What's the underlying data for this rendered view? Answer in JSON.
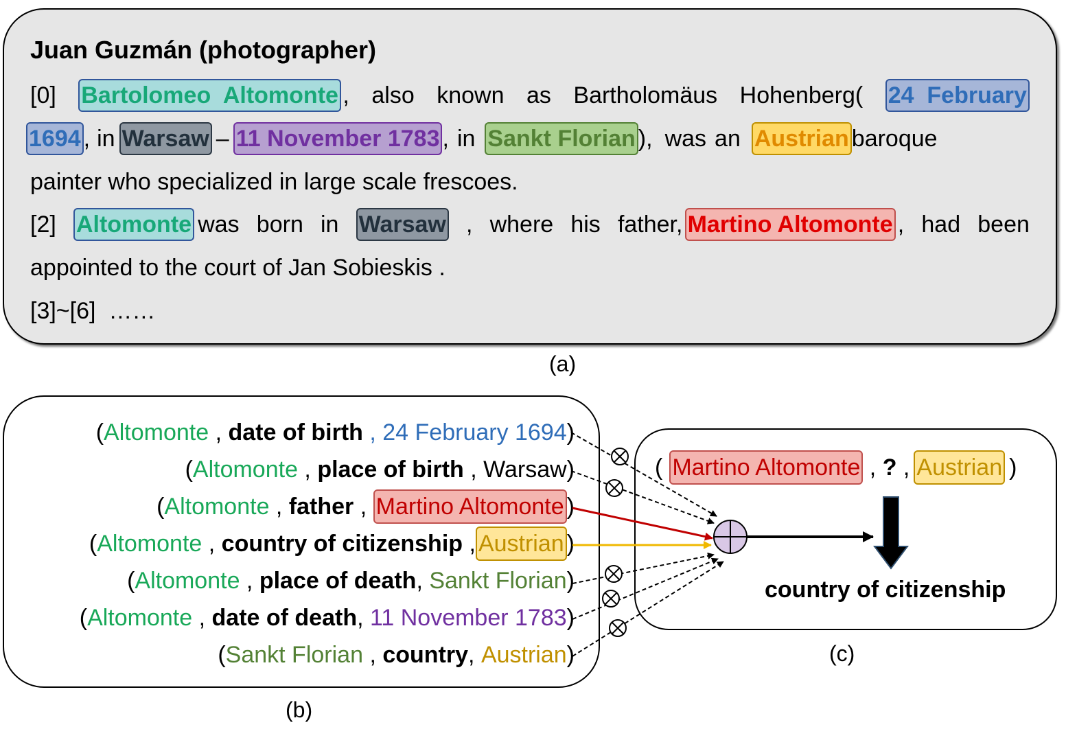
{
  "panel_a": {
    "title": "Juan Guzmán (photographer)",
    "line1": {
      "idx": "[0]",
      "e_bartolomeo": "Bartolomeo  Altomonte",
      "w1": ",",
      "w2": "also",
      "w3": "known",
      "w4": "as",
      "w5": "Bartholomäus",
      "w6": "Hohenberg(",
      "e_24feb": "24  February"
    },
    "line2": {
      "e_1694": "1694",
      "w1": ",",
      "w2": "in",
      "e_warsaw": "Warsaw",
      "w3": "–",
      "e_11nov": "11 November 1783",
      "w4": ",",
      "w5": "in",
      "e_sankt": "Sankt Florian",
      "w6": "),",
      "w7": "was",
      "w8": "an",
      "e_austrian": "Austrian",
      "w9": "baroque"
    },
    "line3": "painter who specialized in large scale frescoes.",
    "line4": {
      "idx": "[2]",
      "e_altomonte": "Altomonte",
      "w1": "was",
      "w2": "born",
      "w3": "in",
      "e_warsaw": "Warsaw",
      "w4": ",",
      "w5": "where",
      "w6": "his",
      "w7": "father,",
      "e_martino": "Martino Altomonte",
      "w8": ",",
      "w9": "had",
      "w10": "been"
    },
    "line5": "appointed to the court of Jan Sobieskis .",
    "line6": "[3]~[6]  ……"
  },
  "captions": {
    "a": "(a)",
    "b": "(b)",
    "c": "(c)"
  },
  "panel_b": {
    "triples": [
      {
        "open": "(",
        "head": "Altomonte",
        "sep1": " , ",
        "rel": "date of birth",
        "sep2": " , ",
        "tail": "24 February 1694",
        "close": ")"
      },
      {
        "open": "(",
        "head": "Altomonte",
        "sep1": " , ",
        "rel": "place of birth",
        "sep2": " , ",
        "tail": "Warsaw",
        "close": ")"
      },
      {
        "open": "(",
        "head": "Altomonte",
        "sep1": " , ",
        "rel": "father",
        "sep2": " , ",
        "tail": "Martino Altomonte",
        "close": ")"
      },
      {
        "open": "(",
        "head": "Altomonte",
        "sep1": " , ",
        "rel": "country of citizenship",
        "sep2": " ,",
        "tail": "Austrian",
        "close": ")"
      },
      {
        "open": "(",
        "head": "Altomonte",
        "sep1": " , ",
        "rel": "place of death",
        "sep2": ", ",
        "tail": "Sankt Florian",
        "close": ")"
      },
      {
        "open": "(",
        "head": "Altomonte",
        "sep1": " , ",
        "rel": "date of death",
        "sep2": ", ",
        "tail": "11 November 1783",
        "close": ")"
      },
      {
        "open": "(",
        "head": "Sankt Florian",
        "sep1": " , ",
        "rel": "country",
        "sep2": ", ",
        "tail": "Austrian",
        "close": ")"
      }
    ]
  },
  "panel_c": {
    "open": "(",
    "head": "Martino Altomonte",
    "sep1": " , ",
    "rel": "?",
    "sep2": " ,",
    "tail": "Austrian",
    "close": ")",
    "result": "country of citizenship"
  },
  "colors": {
    "head_green": "#18a858",
    "date_blue": "#2f6db8",
    "date_purple": "#7030a0",
    "place_olive": "#538135",
    "nation_gold": "#c09000",
    "person_red": "#d00000",
    "arrow_red": "#c00000",
    "arrow_yellow": "#f0b800",
    "sum_node_fill": "#d9c8e6"
  },
  "icons": {
    "weight_node": "otimes-icon",
    "sum_node": "oplus-icon",
    "output_arrow": "down-arrow-icon"
  }
}
